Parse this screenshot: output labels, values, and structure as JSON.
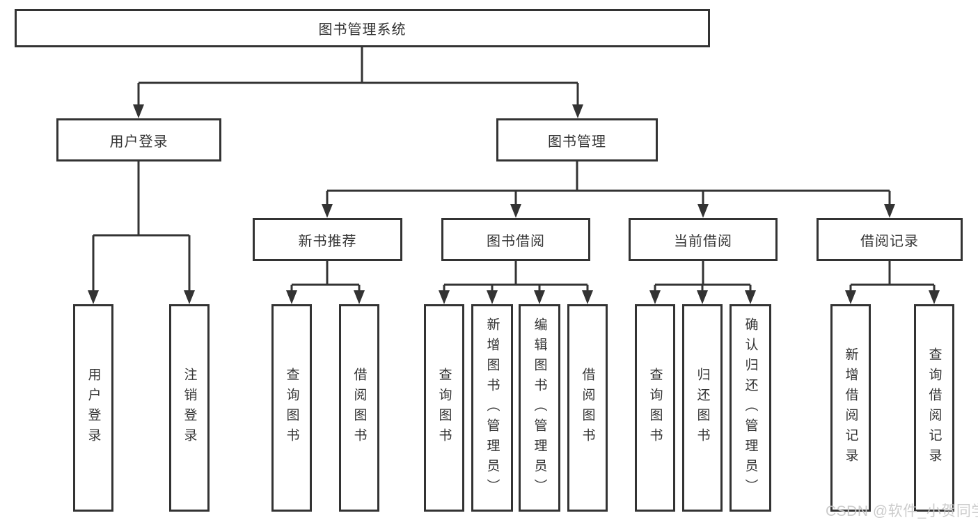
{
  "diagram": {
    "root": {
      "label": "图书管理系统"
    },
    "branches": [
      {
        "label": "用户登录",
        "children": [
          {
            "label": "用户登录"
          },
          {
            "label": "注销登录"
          }
        ]
      },
      {
        "label": "图书管理",
        "children": [
          {
            "label": "新书推荐",
            "children": [
              {
                "label": "查询图书"
              },
              {
                "label": "借阅图书"
              }
            ]
          },
          {
            "label": "图书借阅",
            "children": [
              {
                "label": "查询图书"
              },
              {
                "label": "新增图书（管理员）"
              },
              {
                "label": "编辑图书（管理员）"
              },
              {
                "label": "借阅图书"
              }
            ]
          },
          {
            "label": "当前借阅",
            "children": [
              {
                "label": "查询图书"
              },
              {
                "label": "归还图书"
              },
              {
                "label": "确认归还（管理员）"
              }
            ]
          },
          {
            "label": "借阅记录",
            "children": [
              {
                "label": "新增借阅记录"
              },
              {
                "label": "查询借阅记录"
              }
            ]
          }
        ]
      }
    ]
  },
  "watermark": {
    "text": "CSDN @软件_小贺同学"
  },
  "colors": {
    "line": "#333333",
    "node_border": "#333333",
    "text": "#333333",
    "background": "#ffffff",
    "watermark": "#c8c8c8"
  }
}
